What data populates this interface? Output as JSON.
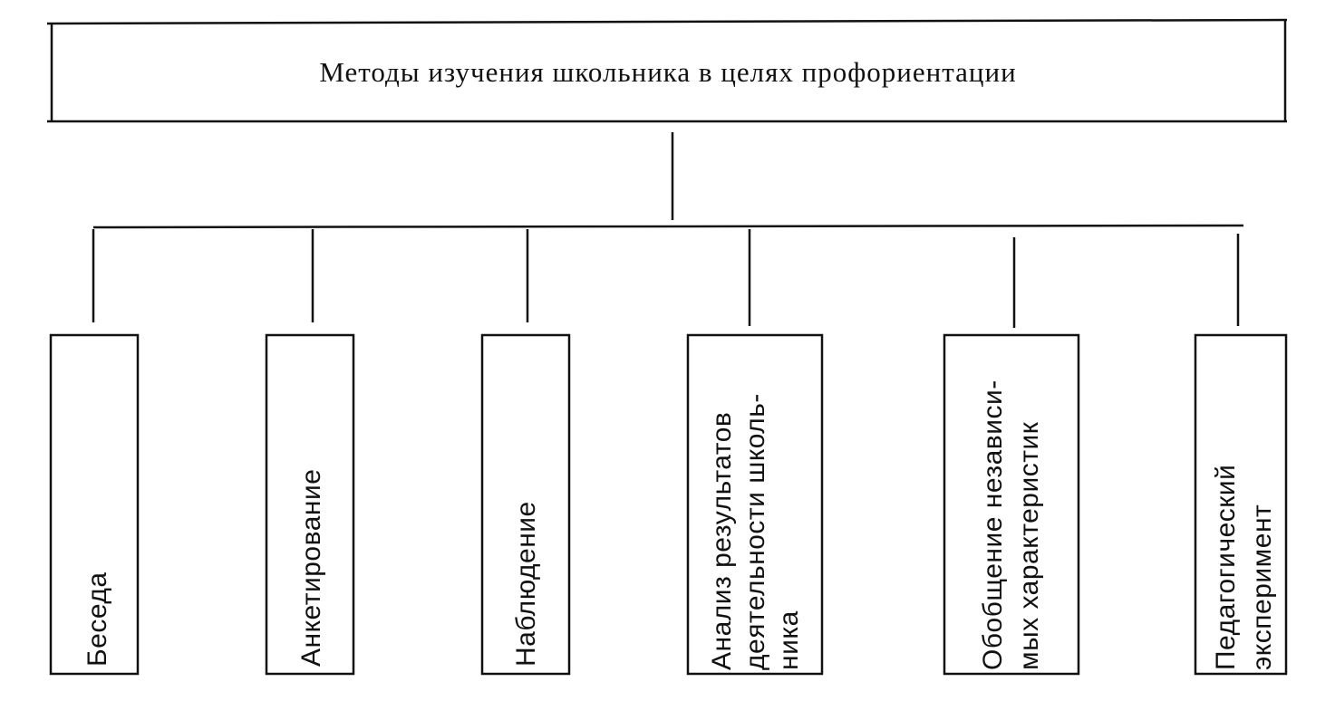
{
  "diagram": {
    "title": "Методы изучения школьника в целях профориентации",
    "methods": [
      {
        "lines": [
          "Беседа"
        ]
      },
      {
        "lines": [
          "Анкетирование"
        ]
      },
      {
        "lines": [
          "Наблюдение"
        ]
      },
      {
        "lines": [
          "Анализ результатов",
          "деятельности школь-",
          "ника"
        ]
      },
      {
        "lines": [
          "Обобщение независи-",
          "мых характеристик"
        ]
      },
      {
        "lines": [
          "Педагогический",
          "эксперимент"
        ]
      }
    ]
  }
}
